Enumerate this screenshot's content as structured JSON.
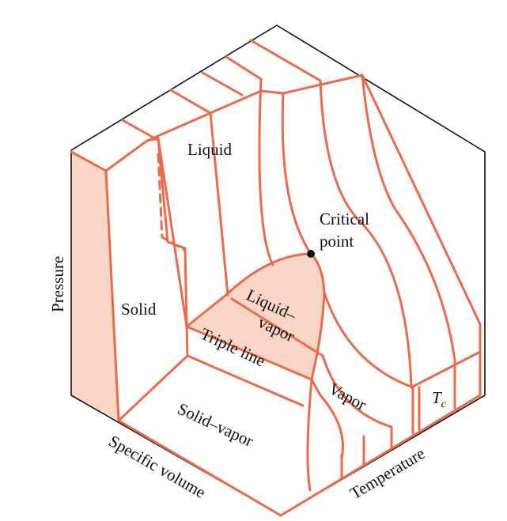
{
  "regions": {
    "liquid": "Liquid",
    "solid": "Solid",
    "critical_point": [
      "Critical",
      "point"
    ],
    "liquid_vapor": [
      "Liquid–",
      "vapor"
    ],
    "triple_line": "Triple line",
    "vapor": "Vapor",
    "solid_vapor": "Solid–vapor",
    "tc_main": "T",
    "tc_sub": "c"
  },
  "axes": {
    "pressure": "Pressure",
    "specific_volume": "Specific volume",
    "temperature": "Temperature"
  },
  "colors": {
    "line": "#ec6a4c",
    "fill": "#fbd6c6",
    "ink": "#111111"
  }
}
